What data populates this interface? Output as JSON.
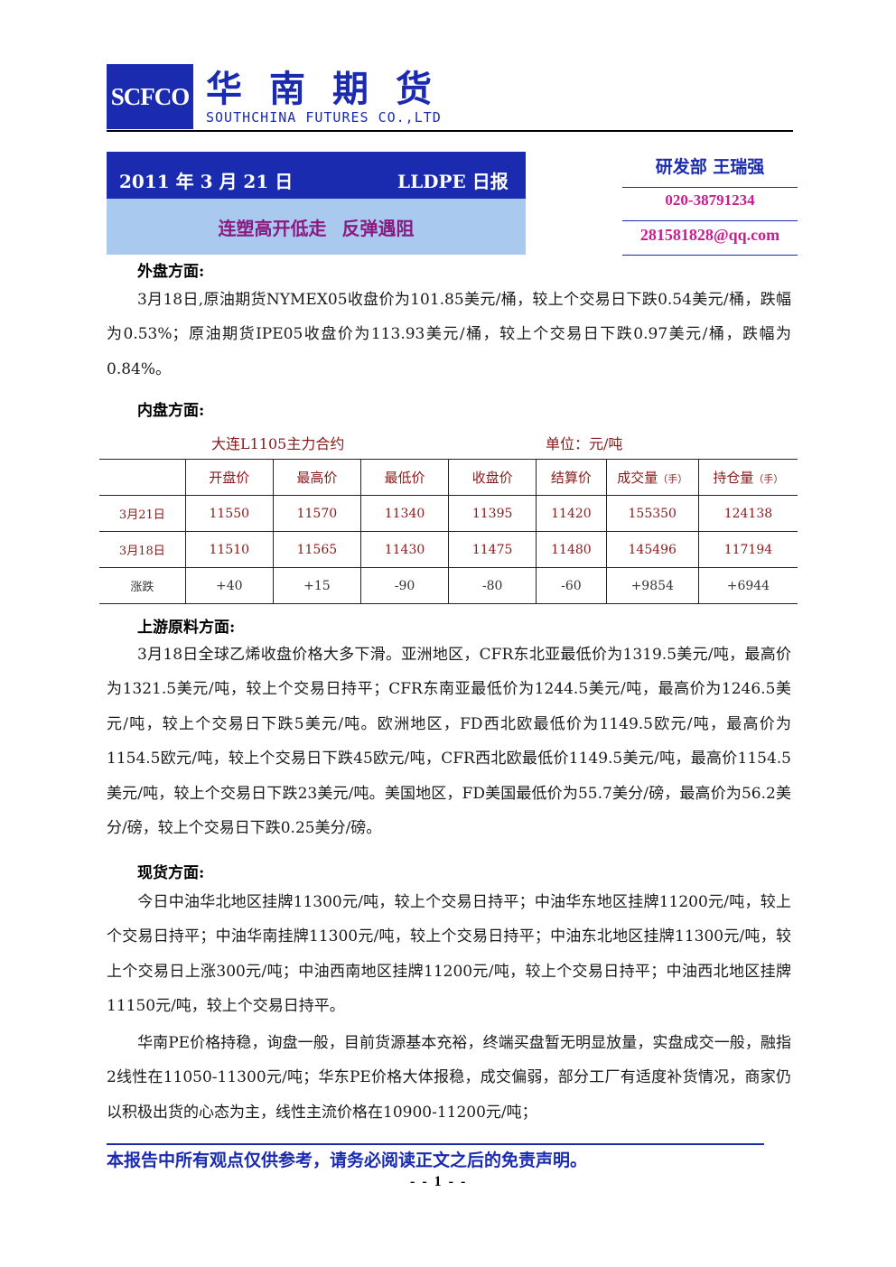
{
  "header": {
    "logo_text": "SCFCO",
    "brand_cn": "华南期货",
    "brand_en": "SOUTHCHINA FUTURES CO.,LTD"
  },
  "title": {
    "date": "2011 年 3 月 21 日",
    "report": "LLDPE 日报",
    "subtitle": "连塑高开低走  反弹遇阻"
  },
  "contact": {
    "name": "研发部 王瑞强",
    "phone": "020-38791234",
    "email": "281581828@qq.com"
  },
  "sections": {
    "overseas": {
      "heading": "外盘方面:",
      "text": "3月18日,原油期货NYMEX05收盘价为101.85美元/桶，较上个交易日下跌0.54美元/桶，跌幅为0.53%；原油期货IPE05收盘价为113.93美元/桶，较上个交易日下跌0.97美元/桶，跌幅为0.84%。"
    },
    "domestic": {
      "heading": "内盘方面:"
    },
    "upstream": {
      "heading": "上游原料方面:",
      "text": "3月18日全球乙烯收盘价格大多下滑。亚洲地区，CFR东北亚最低价为1319.5美元/吨，最高价为1321.5美元/吨，较上个交易日持平；CFR东南亚最低价为1244.5美元/吨，最高价为1246.5美元/吨，较上个交易日下跌5美元/吨。欧洲地区，FD西北欧最低价为1149.5欧元/吨，最高价为1154.5欧元/吨，较上个交易日下跌45欧元/吨，CFR西北欧最低价1149.5美元/吨，最高价1154.5美元/吨，较上个交易日下跌23美元/吨。美国地区，FD美国最低价为55.7美分/磅，最高价为56.2美分/磅，较上个交易日下跌0.25美分/磅。"
    },
    "spot": {
      "heading": "现货方面:",
      "text1": "今日中油华北地区挂牌11300元/吨，较上个交易日持平；中油华东地区挂牌11200元/吨，较上个交易日持平；中油华南挂牌11300元/吨，较上个交易日持平；中油东北地区挂牌11300元/吨，较上个交易日上涨300元/吨；中油西南地区挂牌11200元/吨，较上个交易日持平；中油西北地区挂牌11150元/吨，较上个交易日持平。",
      "text2": "华南PE价格持稳，询盘一般，目前货源基本充裕，终端买盘暂无明显放量，实盘成交一般，融指2线性在11050-11300元/吨；华东PE价格大体报稳，成交偏弱，部分工厂有适度补货情况，商家仍以积极出货的心态为主，线性主流价格在10900-11200元/吨；"
    }
  },
  "table": {
    "caption": "大连L1105主力合约",
    "unit": "单位：元/吨",
    "headers": [
      "开盘价",
      "最高价",
      "最低价",
      "收盘价",
      "结算价",
      "成交量",
      "持仓量"
    ],
    "header_suffix": "（手）",
    "rows": [
      {
        "label": "3月21日",
        "values": [
          "11550",
          "11570",
          "11340",
          "11395",
          "11420",
          "155350",
          "124138"
        ]
      },
      {
        "label": "3月18日",
        "values": [
          "11510",
          "11565",
          "11430",
          "11475",
          "11480",
          "145496",
          "117194"
        ]
      },
      {
        "label": "涨跌",
        "values": [
          "+40",
          "+15",
          "-90",
          "-80",
          "-60",
          "+9854",
          "+6944"
        ]
      }
    ]
  },
  "footer": {
    "disclaimer": "本报告中所有观点仅供参考，请务必阅读正文之后的免责声明。",
    "page": "- - 1 - -"
  },
  "colors": {
    "brand_blue": "#1a2bb0",
    "subtitle_bg": "#a9c9ef",
    "subtitle_text": "#8a1a80",
    "contact_pink": "#cc1c92",
    "table_text": "#8a1a1a"
  }
}
